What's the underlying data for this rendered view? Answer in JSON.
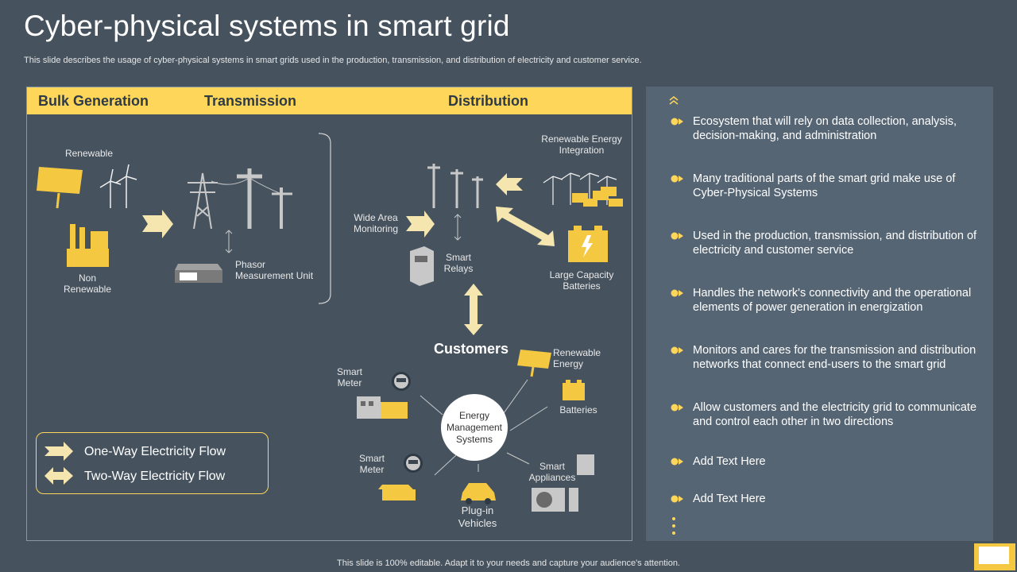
{
  "header": {
    "title": "Cyber-physical systems in smart grid",
    "subtitle": "This slide describes the usage of cyber-physical systems in smart grids used in the production, transmission, and distribution of electricity and customer service."
  },
  "diagram": {
    "band": {
      "bulk": "Bulk Generation",
      "transmission": "Transmission",
      "distribution": "Distribution"
    },
    "labels": {
      "renewable": "Renewable",
      "non_renewable_1": "Non",
      "non_renewable_2": "Renewable",
      "phasor_1": "Phasor",
      "phasor_2": "Measurement Unit",
      "wide_area_1": "Wide Area",
      "wide_area_2": "Monitoring",
      "smart_relays_1": "Smart",
      "smart_relays_2": "Relays",
      "ren_int_1": "Renewable Energy",
      "ren_int_2": "Integration",
      "batteries_lc_1": "Large Capacity",
      "batteries_lc_2": "Batteries",
      "customers": "Customers",
      "smart_meter_a_1": "Smart",
      "smart_meter_a_2": "Meter",
      "smart_meter_b_1": "Smart",
      "smart_meter_b_2": "Meter",
      "ren_energy_1": "Renewable",
      "ren_energy_2": "Energy",
      "batteries": "Batteries",
      "ems_1": "Energy",
      "ems_2": "Management",
      "ems_3": "Systems",
      "smart_app_1": "Smart",
      "smart_app_2": "Appliances",
      "plugin_1": "Plug-in",
      "plugin_2": "Vehicles"
    },
    "legend": {
      "one_way": "One-Way Electricity Flow",
      "two_way": "Two-Way Electricity Flow"
    }
  },
  "panel": {
    "bullets": [
      "Ecosystem that will rely on data collection, analysis, decision-making, and administration",
      "Many traditional parts of the smart grid make use of Cyber-Physical Systems",
      "Used in the production, transmission, and distribution of electricity and customer service",
      "Handles the network's connectivity and the operational elements of power generation in energization",
      "Monitors and cares for the transmission and distribution networks that connect end-users to the smart grid",
      "Allow customers and the electricity grid to communicate and control each other in two directions",
      "Add Text Here",
      "Add Text Here"
    ]
  },
  "footer": "This slide is 100% editable. Adapt it to your needs and capture your audience's attention.",
  "colors": {
    "accent": "#fdd65a",
    "background": "#46535f",
    "panel": "#566574"
  }
}
